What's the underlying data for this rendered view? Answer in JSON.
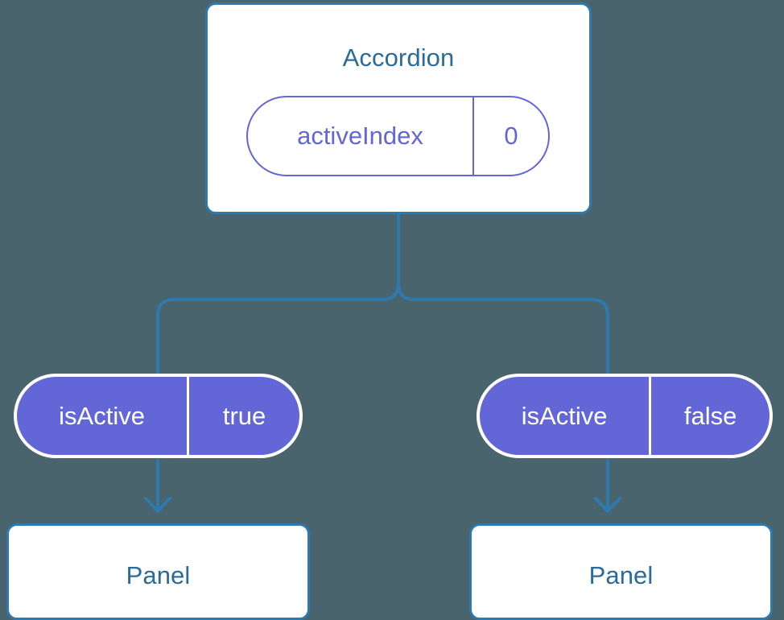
{
  "diagram": {
    "type": "component-tree",
    "background_color": "#4a646e",
    "accent_blue": "#2e79ae",
    "accent_indigo": "#6366d6",
    "title_color": "#2a6b99",
    "root": {
      "name": "accordion-node",
      "title": "Accordion",
      "state": {
        "key": "activeIndex",
        "value": "0"
      }
    },
    "branches": [
      {
        "name": "branch-left",
        "prop": {
          "key": "isActive",
          "value": "true"
        },
        "child_title": "Panel"
      },
      {
        "name": "branch-right",
        "prop": {
          "key": "isActive",
          "value": "false"
        },
        "child_title": "Panel"
      }
    ]
  }
}
